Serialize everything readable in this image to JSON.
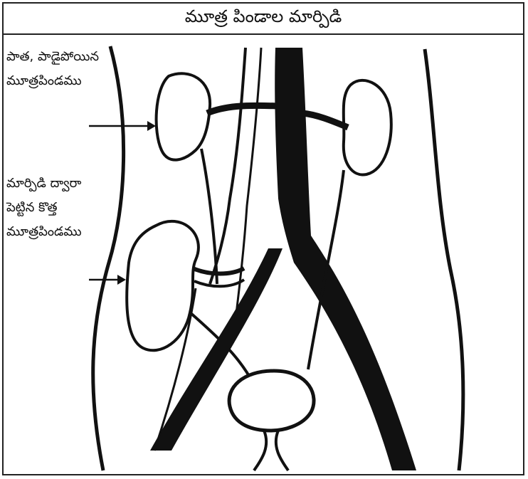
{
  "title": "మూత్ర పిండాల మార్పిడి",
  "labels": {
    "old_kidney": {
      "line1": "పాత, పాడైపోయిన",
      "line2": "మూత్రపిండము"
    },
    "new_kidney": {
      "line1": "మార్పిడి ద్వారా",
      "line2": "పెట్టిన కొత్త",
      "line3": "మూత్రపిండము"
    }
  },
  "colors": {
    "ink": "#111111",
    "paper": "#ffffff"
  }
}
